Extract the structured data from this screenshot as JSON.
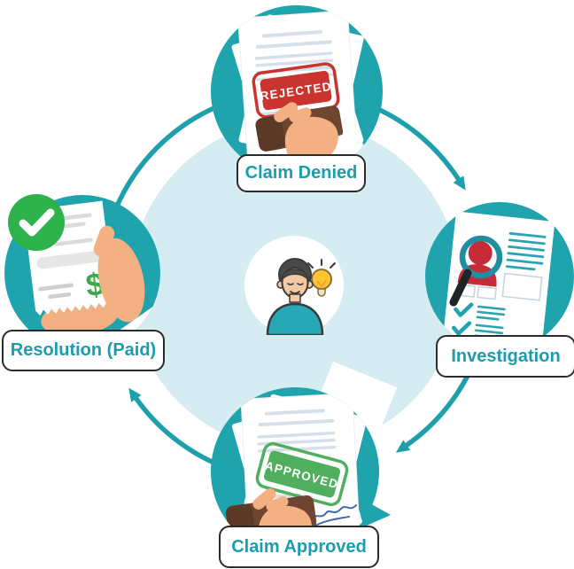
{
  "diagram": {
    "type": "cycle",
    "direction": "clockwise",
    "center_icon": "person-idea-lightbulb-icon"
  },
  "stages": [
    {
      "label": "Claim Denied",
      "stamp_text": "REJECTED",
      "icon": "rejected-claim-documents-icon",
      "position": "top"
    },
    {
      "label": "Investigation",
      "icon": "magnifier-over-profile-document-icon",
      "position": "right"
    },
    {
      "label": "Claim Approved",
      "stamp_text": "APPROVED",
      "icon": "approved-claim-documents-icon",
      "position": "bottom"
    },
    {
      "label": "Resolution (Paid)",
      "icon": "paid-receipt-checkmark-icon",
      "currency_symbol": "$",
      "position": "left"
    }
  ],
  "colors": {
    "teal_primary": "#1FA3AD",
    "teal_light_bg": "#D4ECF2",
    "label_text": "#1B9DAD",
    "rejected_red": "#C9352E",
    "approved_green": "#50AF5E",
    "check_badge_green": "#2DB24C",
    "dollar_green": "#3CA94A",
    "stamp_handle_brown": "#6E4530",
    "skin_tone": "#F3B183"
  }
}
